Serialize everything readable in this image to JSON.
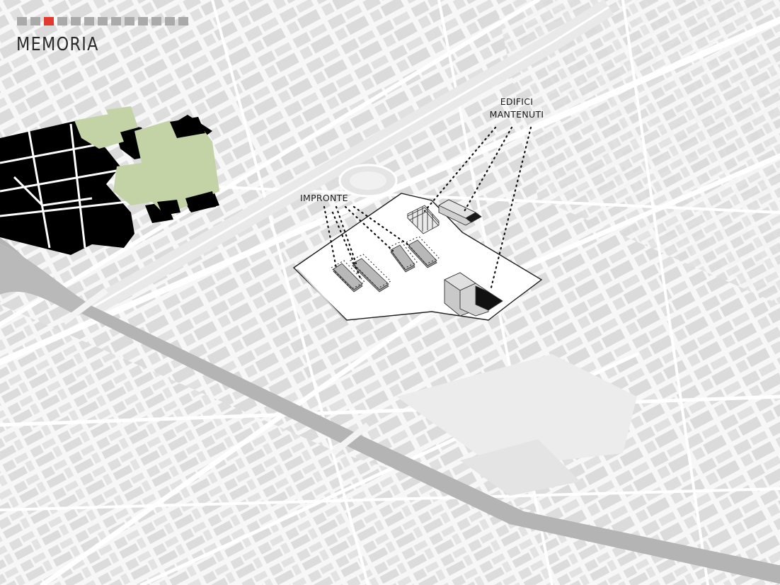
{
  "header": {
    "title": "MEMORIA",
    "progress": {
      "total": 13,
      "active_index": 2,
      "active_color": "#e03a2f",
      "inactive_color": "#aaaaaa"
    }
  },
  "labels": {
    "impronte": "IMPRONTE",
    "edifici_line1": "EDIFICI",
    "edifici_line2": "MANTENUTI"
  },
  "colors": {
    "background": "#f4f4f4",
    "building": "#dedede",
    "street": "#ffffff",
    "river": "#b3b3b3",
    "historic_building": "#000000",
    "green_area": "#c3d3a6",
    "project_site": "#ffffff"
  }
}
